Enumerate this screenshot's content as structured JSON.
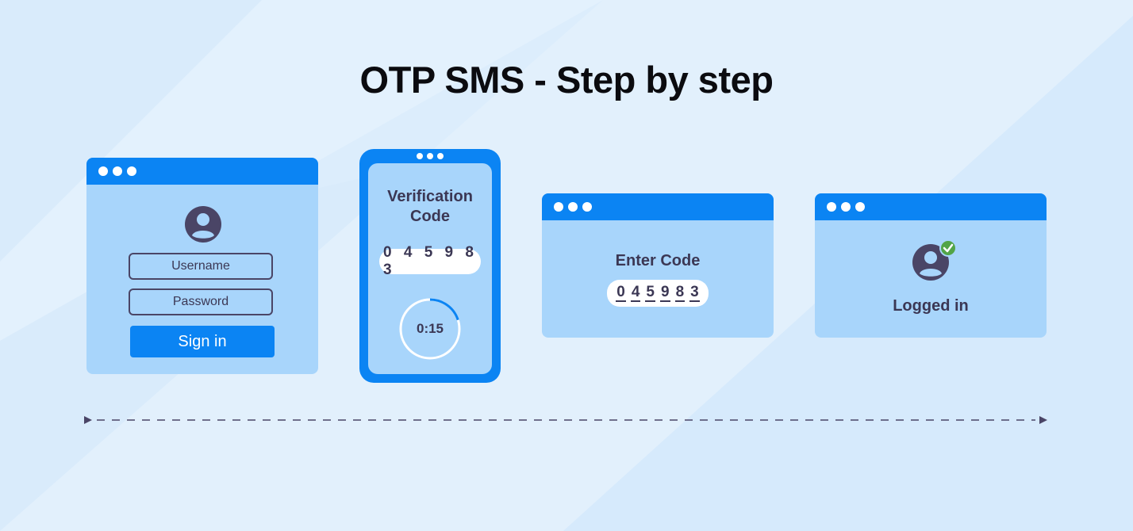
{
  "title": "OTP SMS - Step by step",
  "steps": {
    "login": {
      "username_label": "Username",
      "password_label": "Password",
      "signin_label": "Sign in"
    },
    "sms": {
      "title_line1": "Verification",
      "title_line2": "Code",
      "code": "0 4 5 9 8 3",
      "timer": "0:15",
      "timer_progress": 0.2
    },
    "enter": {
      "label": "Enter Code",
      "digits": [
        "0",
        "4",
        "5",
        "9",
        "8",
        "3"
      ]
    },
    "done": {
      "label": "Logged in"
    }
  },
  "colors": {
    "accent": "#0b84f3",
    "panel": "#a8d5fb",
    "ink": "#3b3754",
    "check": "#52a447"
  }
}
